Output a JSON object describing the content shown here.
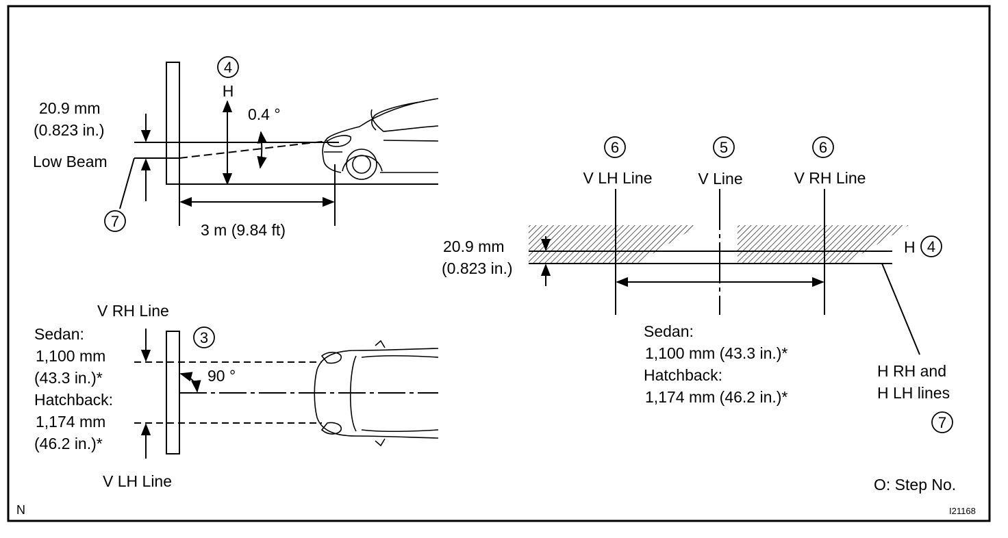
{
  "side_view": {
    "step_h": "4",
    "h_label": "H",
    "angle": "0.4 °",
    "offset_mm": "20.9 mm",
    "offset_in": "(0.823 in.)",
    "low_beam": "Low Beam",
    "distance": "3 m (9.84 ft)",
    "step_low": "7"
  },
  "top_view": {
    "v_rh": "V RH Line",
    "step": "3",
    "angle": "90 °",
    "sedan": "Sedan:",
    "sedan_mm": "1,100 mm",
    "sedan_in": "(43.3 in.)*",
    "hatch": "Hatchback:",
    "hatch_mm": "1,174 mm",
    "hatch_in": "(46.2 in.)*",
    "v_lh": "V LH Line"
  },
  "screen_view": {
    "step_vlh": "6",
    "v_lh": "V LH Line",
    "step_v": "5",
    "v_line": "V Line",
    "step_vrh": "6",
    "v_rh": "V RH Line",
    "offset_mm": "20.9 mm",
    "offset_in": "(0.823 in.)",
    "h_label": "H",
    "step_h": "4",
    "sedan": "Sedan:",
    "sedan_val": "1,100 mm (43.3 in.)*",
    "hatch": "Hatchback:",
    "hatch_val": "1,174 mm (46.2 in.)*",
    "hrh_line1": "H RH and",
    "hrh_line2": "H LH lines",
    "step_hrh": "7"
  },
  "footer": {
    "legend": "O: Step No.",
    "corner_left": "N",
    "figure_id": "I21168"
  }
}
